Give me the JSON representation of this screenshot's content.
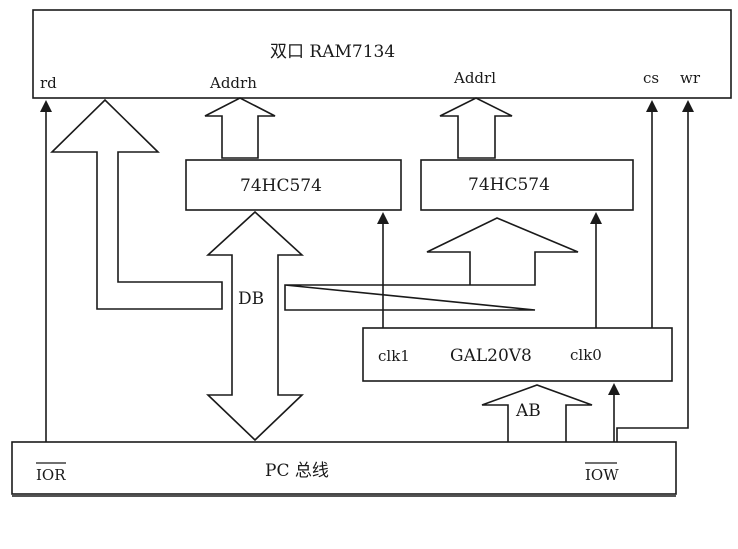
{
  "ram": {
    "title": "双口 RAM7134",
    "pins": {
      "rd": "rd",
      "addrh": "Addrh",
      "addrl": "Addrl",
      "cs": "cs",
      "wr": "wr"
    }
  },
  "latch_high": {
    "label": "74HC574"
  },
  "latch_low": {
    "label": "74HC574"
  },
  "gal": {
    "label": "GAL20V8",
    "clk1": "clk1",
    "clk0": "clk0"
  },
  "bus_labels": {
    "db": "DB",
    "ab": "AB"
  },
  "pc_bus": {
    "title": "PC 总线",
    "ior": "IOR",
    "iow": "IOW"
  },
  "colors": {
    "line": "#1a1a1a",
    "background": "#ffffff"
  }
}
